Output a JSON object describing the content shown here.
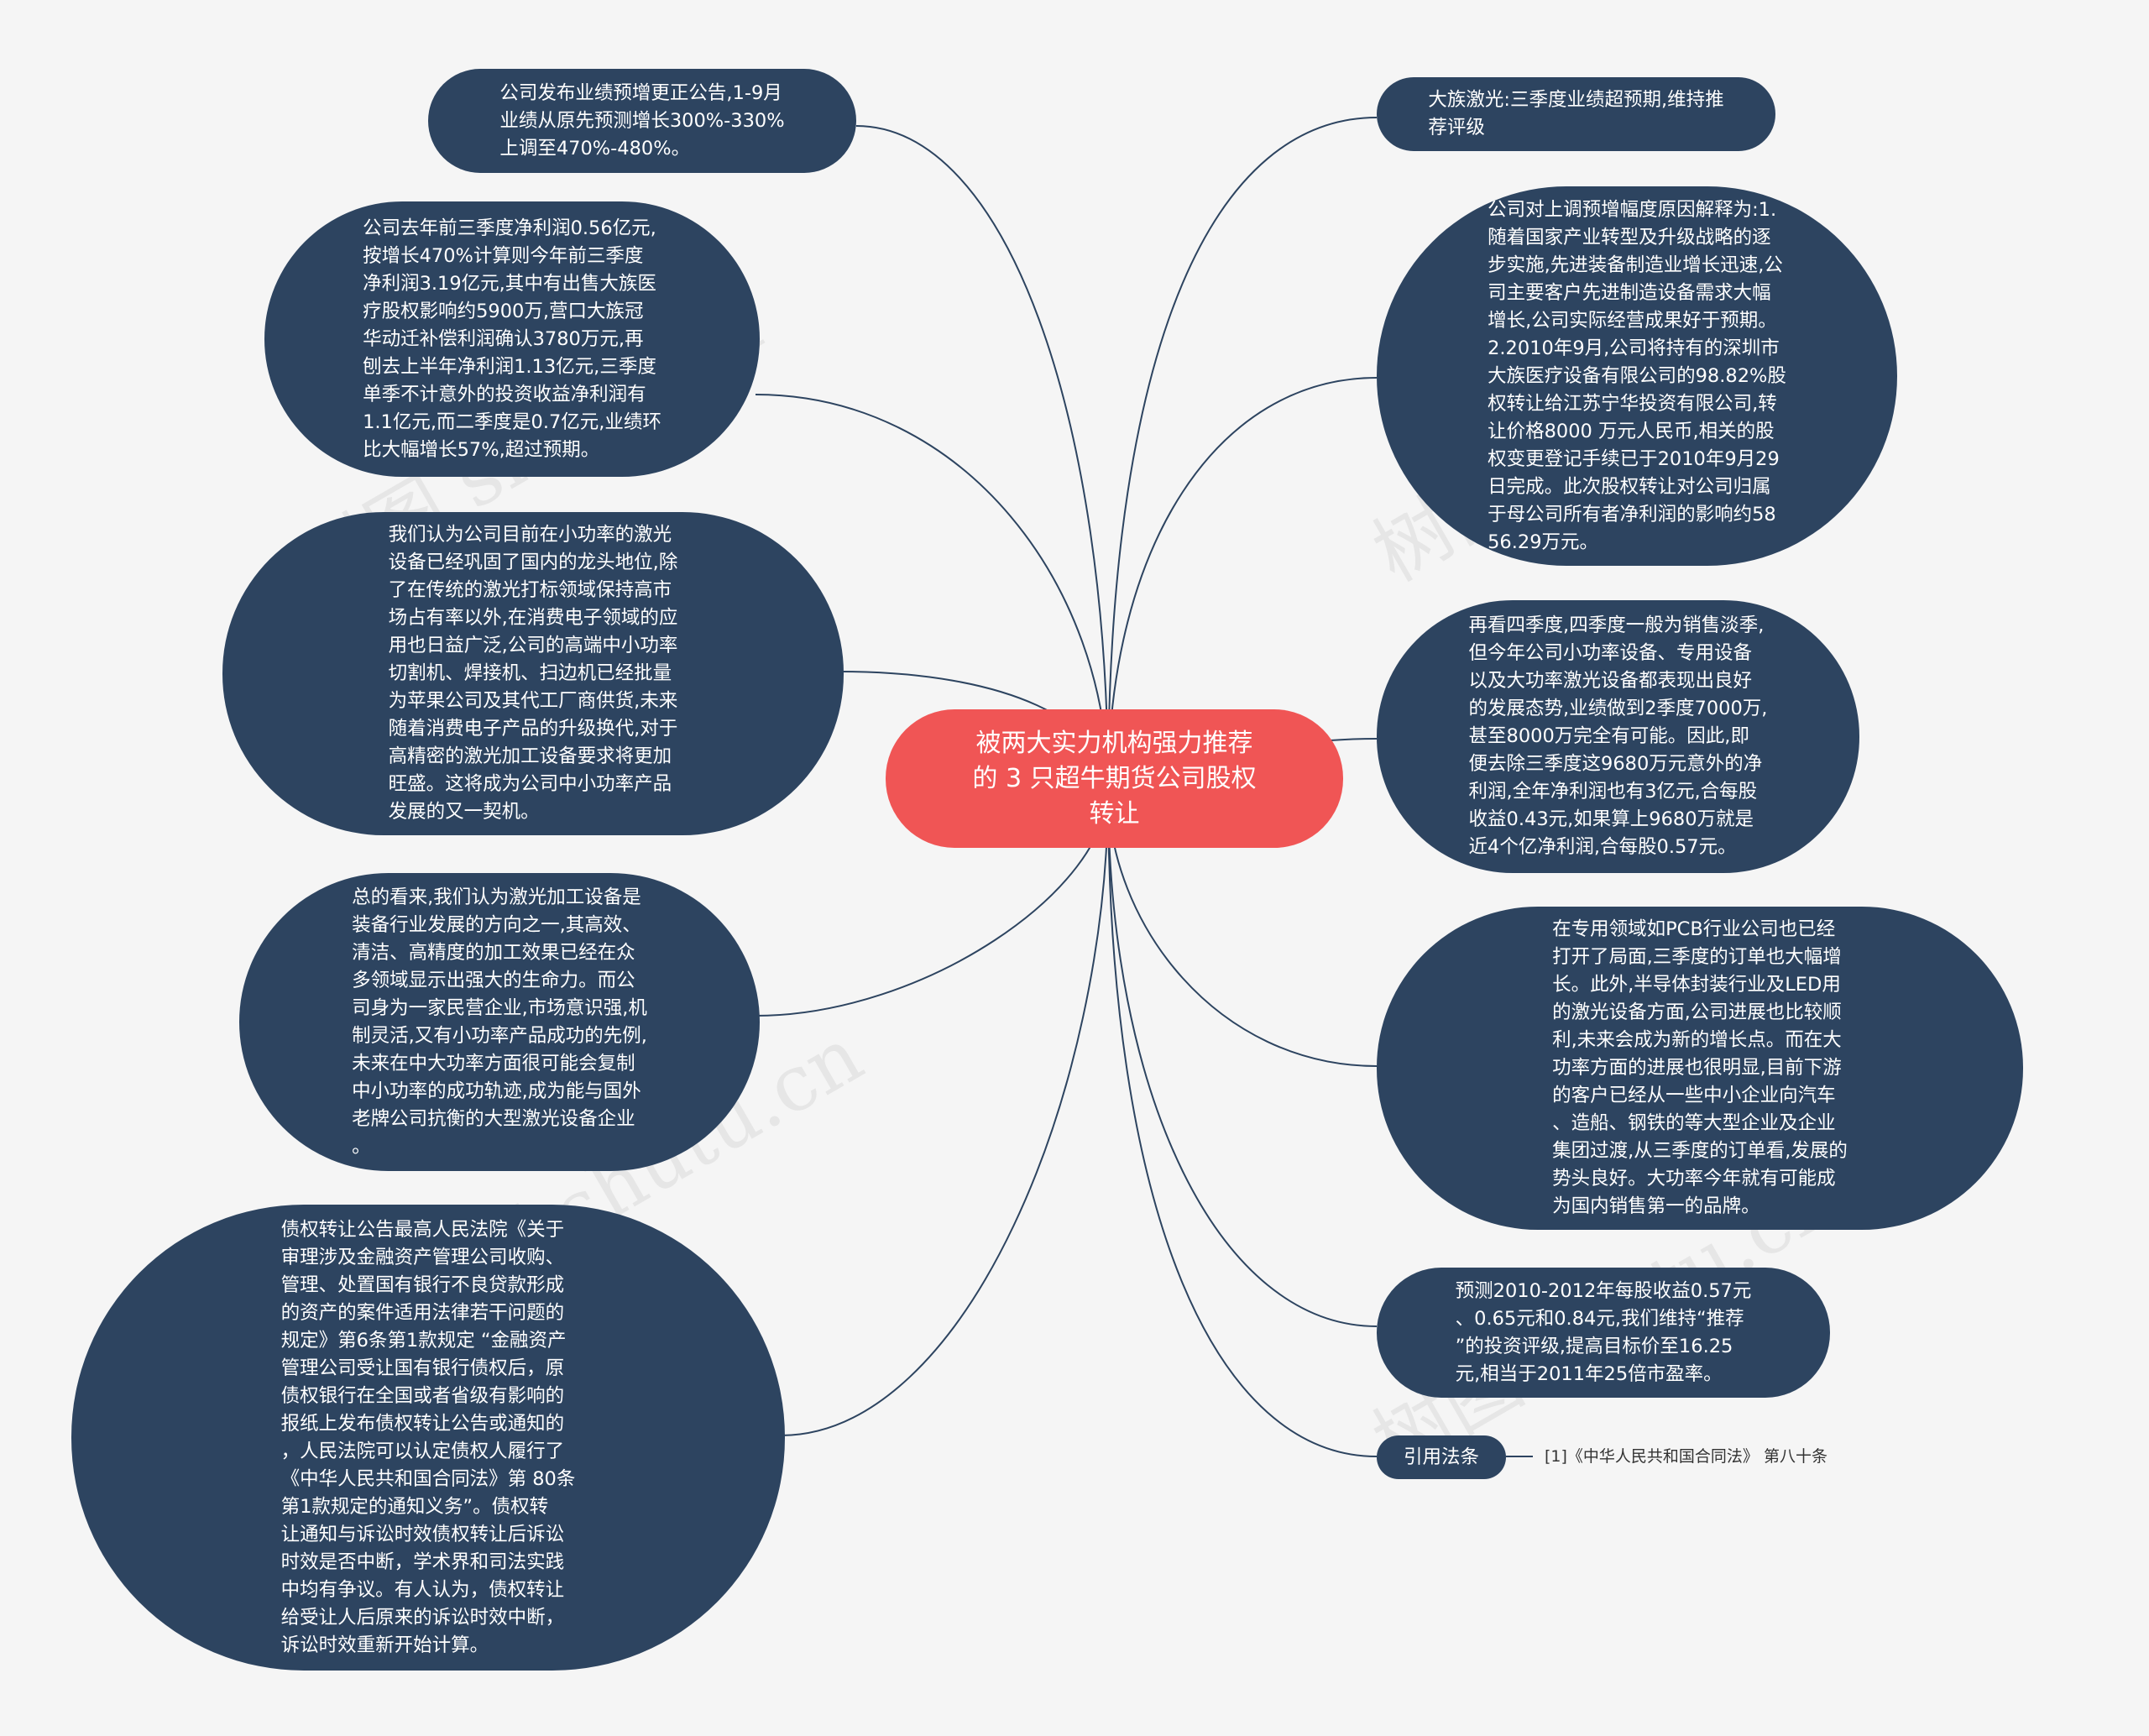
{
  "root": {
    "text": "被两大实力机构强力推荐\n的 3 只超牛期货公司股权\n转让"
  },
  "left_nodes": [
    {
      "text": "公司发布业绩预增更正公告,1-9月\n业绩从原先预测增长300%-330%\n上调至470%-480%。"
    },
    {
      "text": "公司去年前三季度净利润0.56亿元,\n按增长470%计算则今年前三季度\n净利润3.19亿元,其中有出售大族医\n疗股权影响约5900万,营口大族冠\n华动迁补偿利润确认3780万元,再\n刨去上半年净利润1.13亿元,三季度\n单季不计意外的投资收益净利润有\n1.1亿元,而二季度是0.7亿元,业绩环\n比大幅增长57%,超过预期。"
    },
    {
      "text": "我们认为公司目前在小功率的激光\n设备已经巩固了国内的龙头地位,除\n了在传统的激光打标领域保持高市\n场占有率以外,在消费电子领域的应\n用也日益广泛,公司的高端中小功率\n切割机、焊接机、扫边机已经批量\n为苹果公司及其代工厂商供货,未来\n随着消费电子产品的升级换代,对于\n高精密的激光加工设备要求将更加\n旺盛。这将成为公司中小功率产品\n发展的又一契机。"
    },
    {
      "text": "总的看来,我们认为激光加工设备是\n装备行业发展的方向之一,其高效、\n清洁、高精度的加工效果已经在众\n多领域显示出强大的生命力。而公\n司身为一家民营企业,市场意识强,机\n制灵活,又有小功率产品成功的先例,\n未来在中大功率方面很可能会复制\n中小功率的成功轨迹,成为能与国外\n老牌公司抗衡的大型激光设备企业\n。"
    },
    {
      "text": "债权转让公告最高人民法院《关于\n审理涉及金融资产管理公司收购、\n管理、处置国有银行不良贷款形成\n的资产的案件适用法律若干问题的\n规定》第6条第1款规定 “金融资产\n管理公司受让国有银行债权后，原\n债权银行在全国或者省级有影响的\n报纸上发布债权转让公告或通知的\n，人民法院可以认定债权人履行了\n《中华人民共和国合同法》第 80条\n第1款规定的通知义务”。债权转\n让通知与诉讼时效债权转让后诉讼\n时效是否中断，学术界和司法实践\n中均有争议。有人认为，债权转让\n给受让人后原来的诉讼时效中断，\n诉讼时效重新开始计算。"
    }
  ],
  "right_nodes": [
    {
      "text": "大族激光:三季度业绩超预期,维持推\n荐评级"
    },
    {
      "text": "公司对上调预增幅度原因解释为:1.\n随着国家产业转型及升级战略的逐\n步实施,先进装备制造业增长迅速,公\n司主要客户先进制造设备需求大幅\n增长,公司实际经营成果好于预期。\n2.2010年9月,公司将持有的深圳市\n大族医疗设备有限公司的98.82%股\n权转让给江苏宁华投资有限公司,转\n让价格8000 万元人民币,相关的股\n权变更登记手续已于2010年9月29\n日完成。此次股权转让对公司归属\n于母公司所有者净利润的影响约58\n56.29万元。"
    },
    {
      "text": "再看四季度,四季度一般为销售淡季,\n但今年公司小功率设备、专用设备\n以及大功率激光设备都表现出良好\n的发展态势,业绩做到2季度7000万,\n甚至8000万完全有可能。因此,即\n便去除三季度这9680万元意外的净\n利润,全年净利润也有3亿元,合每股\n收益0.43元,如果算上9680万就是\n近4个亿净利润,合每股0.57元。"
    },
    {
      "text": "在专用领域如PCB行业公司也已经\n打开了局面,三季度的订单也大幅增\n长。此外,半导体封装行业及LED用\n的激光设备方面,公司进展也比较顺\n利,未来会成为新的增长点。而在大\n功率方面的进展也很明显,目前下游\n的客户已经从一些中小企业向汽车\n、造船、钢铁的等大型企业及企业\n集团过渡,从三季度的订单看,发展的\n势头良好。大功率今年就有可能成\n为国内销售第一的品牌。"
    },
    {
      "text": "预测2010-2012年每股收益0.57元\n、0.65元和0.84元,我们维持“推荐\n”的投资评级,提高目标价至16.25\n元,相当于2011年25倍市盈率。"
    },
    {
      "text": "引用法条"
    }
  ],
  "ref_leaf": {
    "text": "[1]《中华人民共和国合同法》 第八十条"
  },
  "watermark": {
    "text": "树图 shutu.cn"
  },
  "colors": {
    "node_bg": "#2d4460",
    "root_bg": "#f05555",
    "line": "#2d4460",
    "background": "#f5f5f5"
  }
}
